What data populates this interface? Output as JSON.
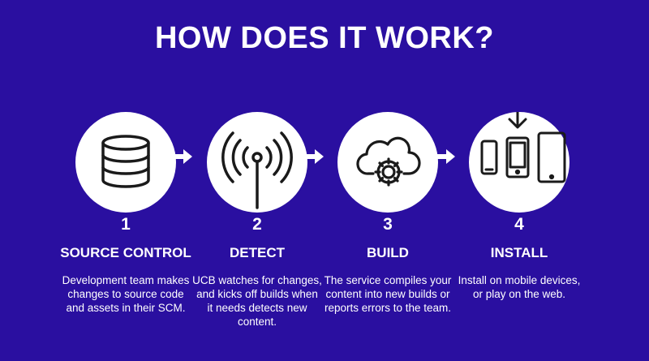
{
  "title": "HOW DOES IT WORK?",
  "steps": [
    {
      "number": "1",
      "label": "SOURCE CONTROL",
      "icon": "database-icon",
      "description": "Development team makes changes to source code and assets in their SCM."
    },
    {
      "number": "2",
      "label": "DETECT",
      "icon": "broadcast-antenna-icon",
      "description": "UCB watches for changes, and kicks off builds when it needs detects new content."
    },
    {
      "number": "3",
      "label": "BUILD",
      "icon": "cloud-gear-icon",
      "description": "The service compiles your content into new builds or reports errors to the team."
    },
    {
      "number": "4",
      "label": "INSTALL",
      "icon": "devices-download-icon",
      "description": "Install on mobile devices, or play on the web."
    }
  ],
  "colors": {
    "background": "#2a0fa0",
    "circle": "#ffffff",
    "icon": "#1a1a1a",
    "text": "#ffffff"
  }
}
